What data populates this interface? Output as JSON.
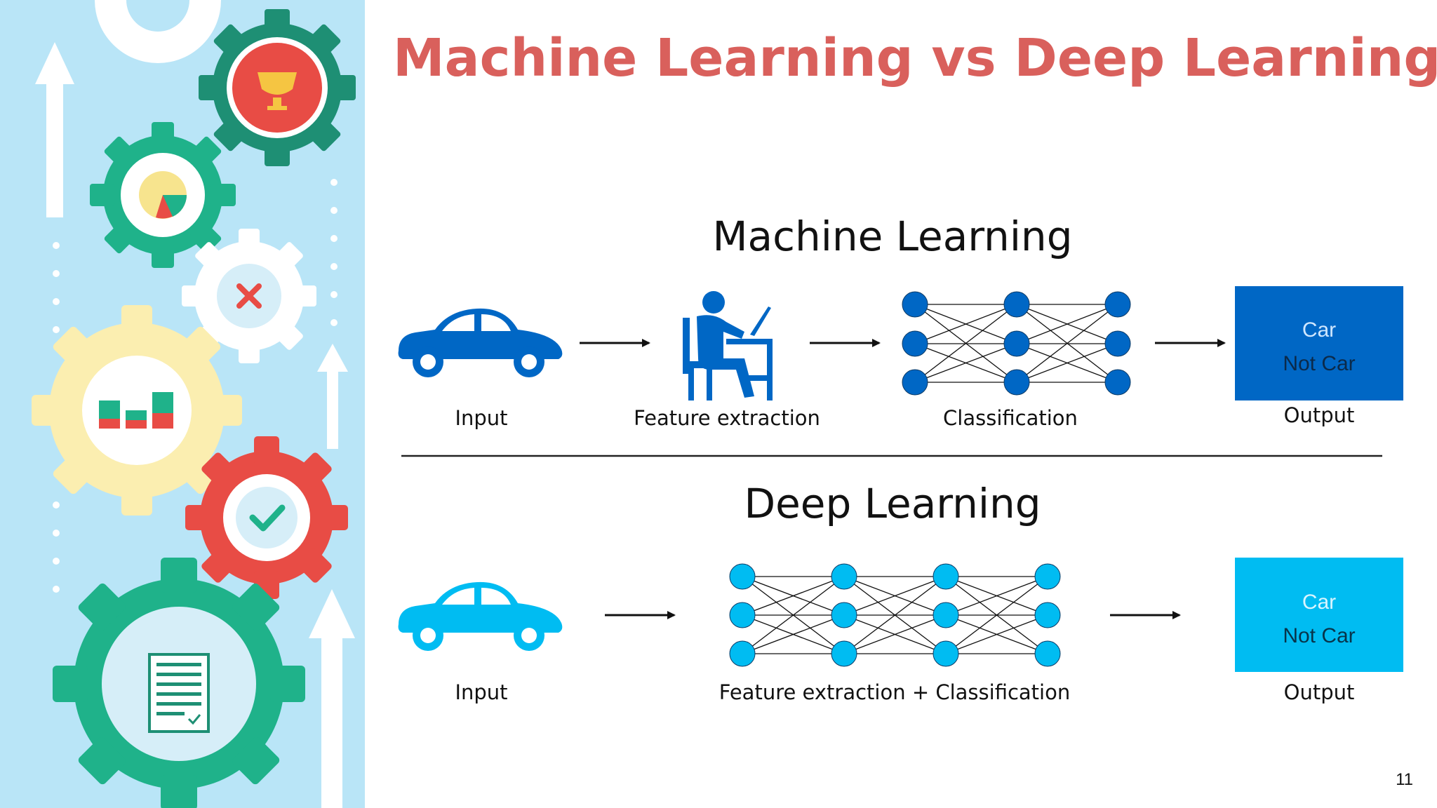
{
  "title": "Machine Learning vs Deep Learning",
  "page_number": "11",
  "machine_learning": {
    "heading": "Machine Learning",
    "stages": {
      "input": "Input",
      "feature_extraction": "Feature extraction",
      "classification": "Classification",
      "output": "Output"
    },
    "output_box": {
      "line1": "Car",
      "line2": "Not Car"
    },
    "icon_color": "#0067c5"
  },
  "deep_learning": {
    "heading": "Deep Learning",
    "stages": {
      "input": "Input",
      "combined": "Feature extraction + Classification",
      "output": "Output"
    },
    "output_box": {
      "line1": "Car",
      "line2": "Not Car"
    },
    "icon_color": "#00bcf2"
  },
  "colors": {
    "title": "#d9605c",
    "sidebar_bg": "#b9e5f7",
    "gear_teal": "#1fb28a",
    "gear_red": "#e85a57",
    "gear_yellow": "#fbeeb0",
    "gear_white": "#ffffff"
  }
}
